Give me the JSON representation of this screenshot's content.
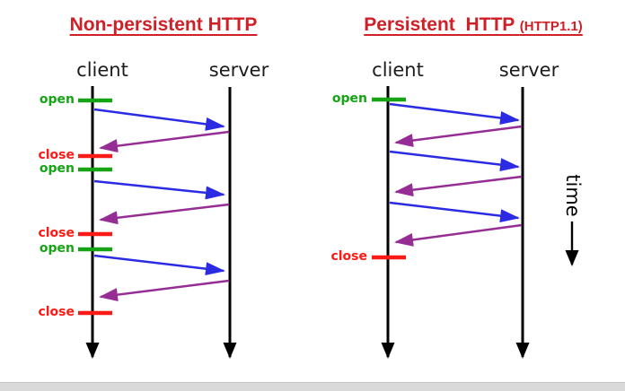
{
  "left_panel": {
    "title": "Non-persistent HTTP",
    "client_label": "client",
    "server_label": "server",
    "markers": [
      {
        "label": "open"
      },
      {
        "label": "close"
      },
      {
        "label": "open"
      },
      {
        "label": "close"
      },
      {
        "label": "open"
      },
      {
        "label": "close"
      }
    ]
  },
  "right_panel": {
    "title": "Persistent  HTTP",
    "title_note": "(HTTP1.1)",
    "client_label": "client",
    "server_label": "server",
    "markers": [
      {
        "label": "open"
      },
      {
        "label": "close"
      }
    ]
  },
  "time_axis": {
    "label": "time"
  },
  "colors": {
    "title_red": "#d02027",
    "open_green": "#16a416",
    "close_red": "#fb1b16",
    "request_blue": "#2b2be4",
    "response_purple": "#952d95",
    "timeline_black": "#000000",
    "footer_gray": "#d9d9d9"
  }
}
